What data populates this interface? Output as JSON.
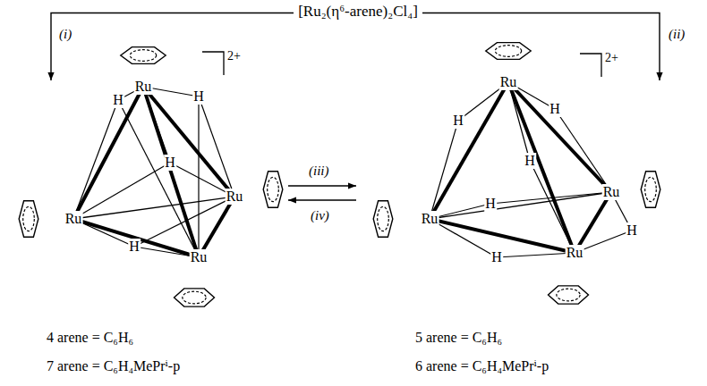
{
  "diagram": {
    "nodes": [
      {
        "text": [
          "[Ru₂(η⁶-arene)₂Cl₄]"
        ]
      },
      {
        "text": [
          "4 arene = C₆H₆",
          "7 arene = C₆H₄MePrⁱ-p"
        ]
      },
      {
        "text": [
          "5 arene = C₆H₆",
          "6 arene = C₆H₄MePrⁱ-p"
        ]
      }
    ],
    "edges": [
      {
        "from": 0,
        "to": 1,
        "label": "(i)",
        "arrow": "to"
      },
      {
        "from": 0,
        "to": 2,
        "label": "(ii)",
        "arrow": "to"
      },
      {
        "from": 1,
        "to": 2,
        "label": "(iii)",
        "arrow": "to"
      },
      {
        "from": 2,
        "to": 1,
        "label": "(iv)",
        "arrow": "to"
      }
    ],
    "labels": [
      "2+",
      "Ru",
      "Ru",
      "Ru",
      "Ru",
      "H",
      "H",
      "H",
      "H",
      "2+",
      "Ru",
      "Ru",
      "Ru",
      "Ru",
      "H",
      "H",
      "H",
      "H",
      "H",
      "H"
    ]
  }
}
